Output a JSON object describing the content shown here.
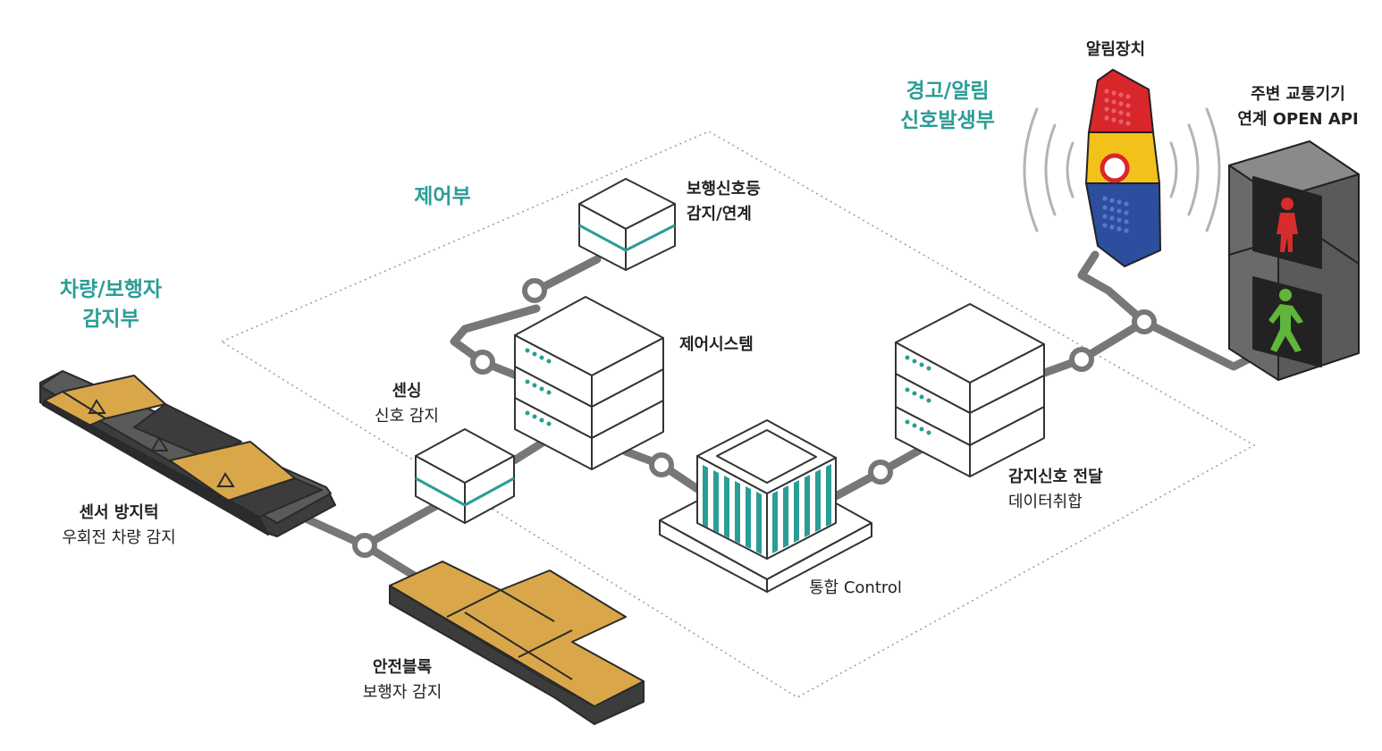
{
  "colors": {
    "teal": "#2a9d96",
    "line": "#777777",
    "amber": "#d9a74a",
    "dark": "#4a4a4a",
    "red": "#d9262b",
    "yellow": "#f2c21b",
    "blue": "#2c4e9e",
    "walk_green": "#5fb63a",
    "stop_red": "#d82c2c"
  },
  "sections": {
    "sensor_unit": {
      "line1": "차량/보행자",
      "line2": "감지부"
    },
    "control_unit": {
      "title": "제어부"
    },
    "alarm_unit": {
      "line1": "경고/알림",
      "line2": "신호발생부"
    }
  },
  "labels": {
    "speed_bump": {
      "title": "센서 방지턱",
      "subtitle": "우회전 차량 감지"
    },
    "safety_block": {
      "title": "안전블록",
      "subtitle": "보행자 감지"
    },
    "sensing": {
      "title": "센싱",
      "subtitle": "신호 감지"
    },
    "pedestrian_signal": {
      "line1": "보행신호등",
      "line2": "감지/연계"
    },
    "control_system": {
      "title": "제어시스템"
    },
    "integrated_control": {
      "title": "통합 Control"
    },
    "signal_delivery": {
      "title": "감지신호 전달",
      "subtitle": "데이터취합"
    },
    "alarm_device": {
      "title": "알림장치"
    },
    "traffic_api": {
      "line1": "주변 교통기기",
      "line2": "연계 OPEN API"
    }
  },
  "icons": [
    "speed-bump-icon",
    "safety-block-icon",
    "sensor-box-icon",
    "server-stack-icon",
    "integrated-control-building-icon",
    "alarm-device-icon",
    "traffic-light-icon",
    "warning-icon",
    "sound-wave-icon"
  ]
}
